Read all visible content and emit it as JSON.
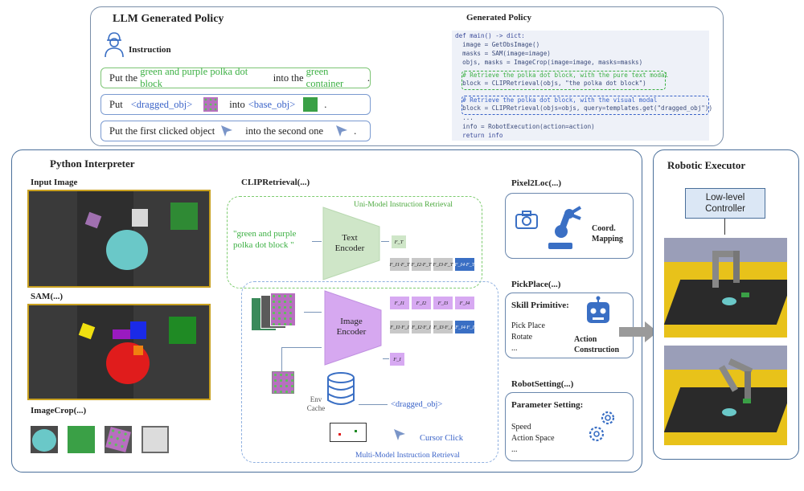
{
  "colors": {
    "panel_border": "#4a6f9a",
    "green_text": "#3cb043",
    "blue_text": "#3a63c8",
    "text_encoder_fill": "#cfe6c8",
    "image_encoder_fill": "#d6a8f0",
    "feature_gray": "#c8c8c8",
    "feature_purple": "#d7a9f2",
    "feature_blue": "#3a6fc4",
    "yellow_floor": "#e8c21a"
  },
  "top": {
    "title": "LLM Generated Policy",
    "instruction_label": "Instruction",
    "instr1": {
      "pre": "Put the ",
      "obj": "green and purple polka dot block",
      "mid": " into the ",
      "target": "green container",
      "post": "."
    },
    "instr2": {
      "put": "Put",
      "dragged": "<dragged_obj>",
      "into": "into",
      "base": "<base_obj>",
      "post": "."
    },
    "instr3": {
      "pre": "Put the first clicked object",
      "mid": "into the second one",
      "post": "."
    },
    "generated_policy_title": "Generated Policy",
    "code": [
      "def main() -> dict:",
      "  image = GetObsImage()",
      "  masks = SAM(image=image)",
      "  objs, masks = ImageCrop(image=image, masks=masks)",
      "",
      "  # Retrieve the polka dot block, with the pure text modal",
      "  block = CLIPRetrieval(objs, \"the polka dot block\")",
      "",
      "  # Retrieve the polka dot block, with the visual modal",
      "  block = CLIPRetrieval(objs=objs, query=templates.get(\"dragged_obj\"))",
      "  ...",
      "  info = RobotExecution(action=action)",
      "  return info"
    ]
  },
  "python": {
    "title": "Python Interpreter",
    "input_image": "Input Image",
    "sam": "SAM(...)",
    "imagecrop": "ImageCrop(...)",
    "clip": "CLIPRetrieval(...)",
    "uni_label": "Uni-Model Instruction Retrieval",
    "multi_label": "Multi-Model Instruction Retrieval",
    "query_text": "\"green and purple polka dot block \"",
    "text_encoder": "Text Encoder",
    "image_encoder": "Image Encoder",
    "ft": "F_T",
    "text_products": [
      "F_I1·F_T",
      "F_I2·F_T",
      "F_I3·F_T",
      "F_I4·F_T"
    ],
    "image_feats": [
      "F_I1",
      "F_I2",
      "F_I3",
      "F_I4"
    ],
    "image_products": [
      "F_I1·F_I",
      "F_I2·F_I",
      "F_I3·F_I",
      "F_I4·F_I"
    ],
    "fi": "F_I",
    "env_cache": "Env Cache",
    "dragged": "<dragged_obj>",
    "cursor_click": "Cursor Click",
    "pixel2loc": "Pixel2Loc(...)",
    "coord": "Coord. Mapping",
    "pickplace": "PickPlace(...)",
    "skill_primitive": "Skill Primitive:",
    "skills": [
      "Pick Place",
      "Rotate",
      "..."
    ],
    "action_construction": "Action Construction",
    "robotsetting": "RobotSetting(...)",
    "param_setting": "Parameter Setting:",
    "params": [
      "Speed",
      "Action Space",
      "..."
    ]
  },
  "robot": {
    "title": "Robotic Executor",
    "controller": "Low-level Controller"
  }
}
